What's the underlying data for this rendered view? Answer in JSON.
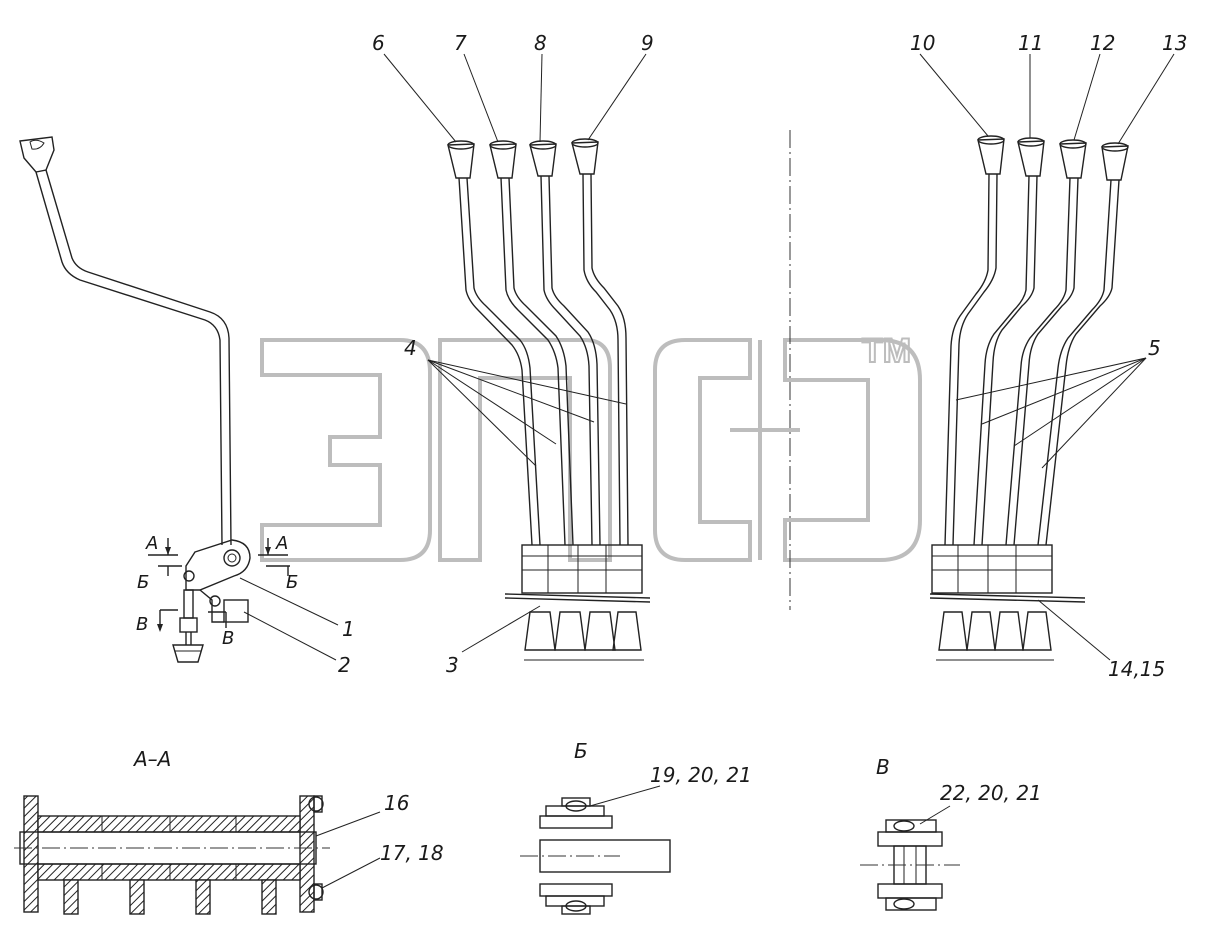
{
  "watermark": {
    "logo_text": "ЭПС",
    "trademark": "TM"
  },
  "callouts": {
    "c1": "1",
    "c2": "2",
    "c3": "3",
    "c4": "4",
    "c5": "5",
    "c6": "6",
    "c7": "7",
    "c8": "8",
    "c9": "9",
    "c10": "10",
    "c11": "11",
    "c12": "12",
    "c13": "13",
    "c14_15": "14,15",
    "c16": "16",
    "c17_18": "17, 18",
    "c19_20_21": "19, 20, 21",
    "c22_20_21": "22, 20, 21"
  },
  "section_marks": {
    "a_left": "А",
    "a_right": "А",
    "b_left": "Б",
    "b_right": "Б",
    "v_left": "В",
    "v_right": "В"
  },
  "views": {
    "aa": "А–А",
    "b": "Б",
    "v": "В"
  }
}
